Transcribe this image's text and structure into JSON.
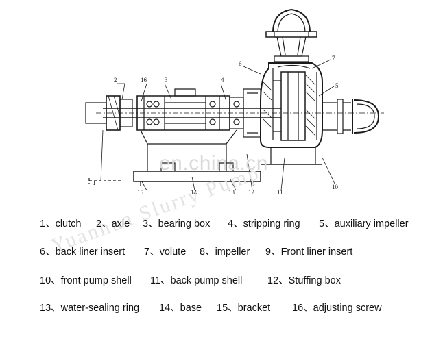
{
  "watermark": {
    "site_part1": "en.",
    "site_part2": "china",
    "site_part3": ".cn",
    "brand": "Yuanhua Slurry Pump"
  },
  "callout_numbers": [
    "2",
    "16",
    "3",
    "4",
    "6",
    "7",
    "5",
    "15",
    "14",
    "13",
    "12",
    "11",
    "10",
    "1"
  ],
  "legend": {
    "rows": [
      [
        "1、clutch",
        "2、axle",
        "3、bearing box",
        "4、stripping ring",
        "5、auxiliary impeller"
      ],
      [
        "6、back liner insert",
        "7、volute",
        "8、impeller",
        "9、Front liner insert"
      ],
      [
        "10、front pump shell",
        "11、back pump shell",
        "12、Stuffing box"
      ],
      [
        "13、water-sealing ring",
        "14、base",
        "15、bracket",
        "16、adjusting screw"
      ]
    ]
  }
}
